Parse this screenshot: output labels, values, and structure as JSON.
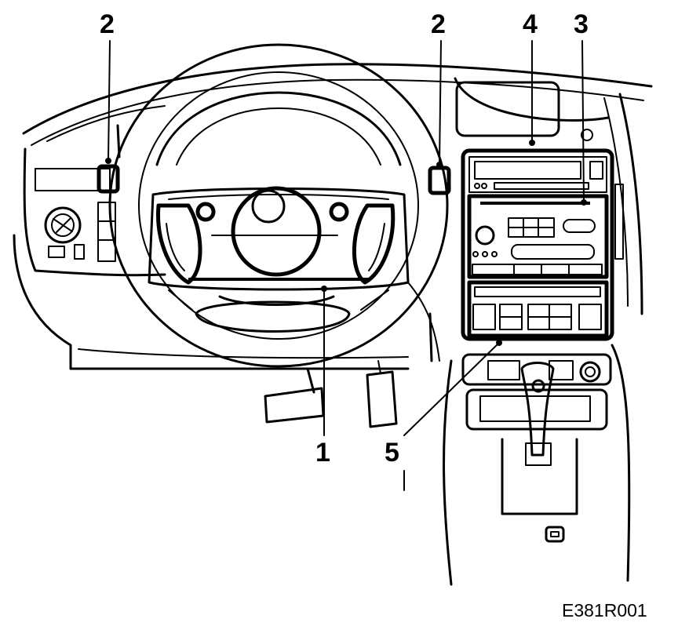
{
  "diagram": {
    "reference_code": "E381R001",
    "callouts": [
      {
        "id": "c2a",
        "label": "2"
      },
      {
        "id": "c2b",
        "label": "2"
      },
      {
        "id": "c4",
        "label": "4"
      },
      {
        "id": "c3",
        "label": "3"
      },
      {
        "id": "c1",
        "label": "1"
      },
      {
        "id": "c5",
        "label": "5"
      }
    ]
  }
}
